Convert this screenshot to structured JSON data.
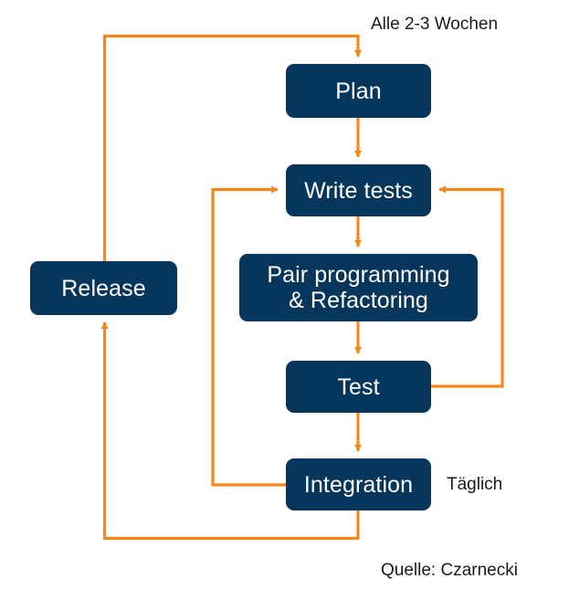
{
  "diagram": {
    "type": "process-cycle-flowchart",
    "title_text": null,
    "colors": {
      "node_fill": "#06365C",
      "node_text": "#FFFFFF",
      "connector": "#F7861B",
      "caption_text": "#1A1A1A",
      "background": "#FFFFFF"
    },
    "nodes": [
      {
        "id": "plan",
        "label": "Plan"
      },
      {
        "id": "write-tests",
        "label": "Write tests"
      },
      {
        "id": "pair",
        "label": "Pair programming\n& Refactoring"
      },
      {
        "id": "test",
        "label": "Test"
      },
      {
        "id": "integration",
        "label": "Integration"
      },
      {
        "id": "release",
        "label": "Release"
      }
    ],
    "captions": [
      {
        "id": "weeks",
        "text": "Alle 2-3 Wochen"
      },
      {
        "id": "daily",
        "text": "Täglich"
      },
      {
        "id": "source",
        "text": "Quelle: Czarnecki"
      }
    ],
    "edges": [
      {
        "from": "release-top-loop",
        "to": "plan",
        "style": "orange-arrow"
      },
      {
        "from": "plan",
        "to": "write-tests",
        "style": "orange-arrow"
      },
      {
        "from": "write-tests",
        "to": "pair",
        "style": "orange-arrow"
      },
      {
        "from": "pair",
        "to": "test",
        "style": "orange-arrow"
      },
      {
        "from": "test",
        "to": "integration",
        "style": "orange-arrow"
      },
      {
        "from": "test",
        "to": "write-tests",
        "style": "orange-arrow-right-loop"
      },
      {
        "from": "integration",
        "to": "write-tests",
        "style": "orange-arrow-left-loop"
      },
      {
        "from": "integration",
        "to": "release",
        "style": "orange-arrow-bottom-loop"
      }
    ]
  }
}
